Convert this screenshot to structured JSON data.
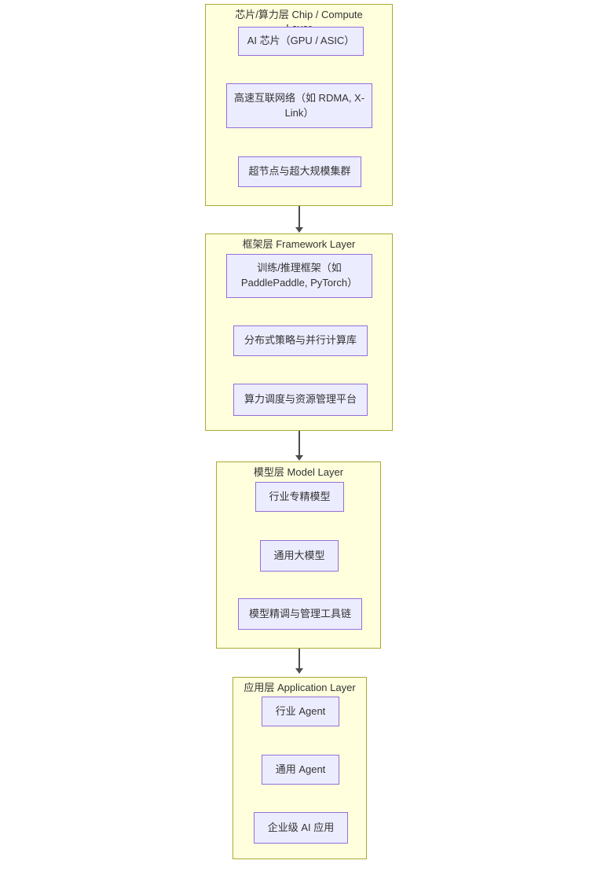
{
  "theme": {
    "background": "#ffffff",
    "cluster_fill": "#ffffde",
    "cluster_border": "#aaaa33",
    "node_fill": "#ECECFF",
    "node_border": "#9370DB",
    "text_color": "#333333",
    "arrow_color": "#4d4d4d"
  },
  "diagram": {
    "type": "layered-flowchart",
    "layers": [
      {
        "title": "芯片/算力层 Chip / Compute Layer",
        "nodes": [
          {
            "label": "AI 芯片（GPU / ASIC）"
          },
          {
            "label": "高速互联网络（如 RDMA, X-Link）"
          },
          {
            "label": "超节点与超大规模集群"
          }
        ]
      },
      {
        "title": "框架层 Framework Layer",
        "nodes": [
          {
            "label": "训练/推理框架（如 PaddlePaddle, PyTorch）"
          },
          {
            "label": "分布式策略与并行计算库"
          },
          {
            "label": "算力调度与资源管理平台"
          }
        ]
      },
      {
        "title": "模型层 Model Layer",
        "nodes": [
          {
            "label": "行业专精模型"
          },
          {
            "label": "通用大模型"
          },
          {
            "label": "模型精调与管理工具链"
          }
        ]
      },
      {
        "title": "应用层 Application Layer",
        "nodes": [
          {
            "label": "行业 Agent"
          },
          {
            "label": "通用 Agent"
          },
          {
            "label": "企业级 AI 应用"
          }
        ]
      }
    ],
    "connections": [
      {
        "from": "芯片/算力层 Chip / Compute Layer",
        "to": "框架层 Framework Layer"
      },
      {
        "from": "框架层 Framework Layer",
        "to": "模型层 Model Layer"
      },
      {
        "from": "模型层 Model Layer",
        "to": "应用层 Application Layer"
      }
    ]
  }
}
